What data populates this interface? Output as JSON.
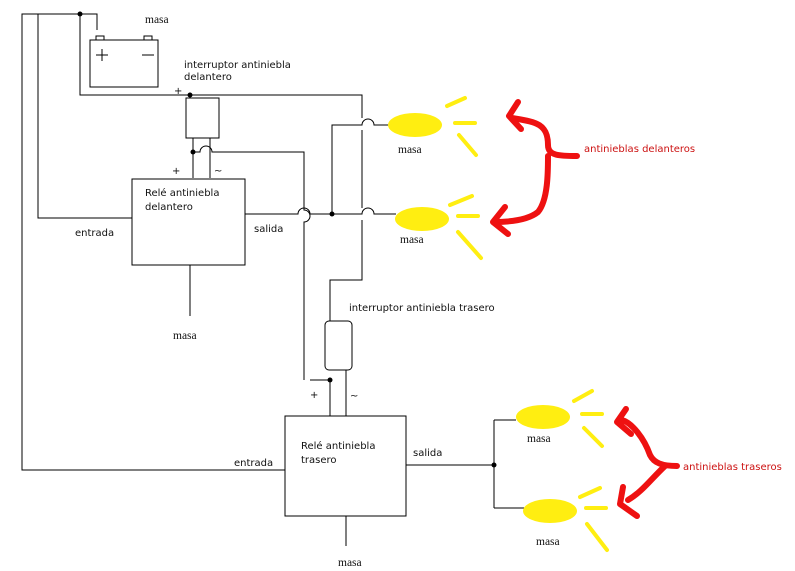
{
  "labels": {
    "masa_battery": "masa",
    "switch_front": [
      "interruptor antiniebla",
      "delantero"
    ],
    "plus_switch_front": "+",
    "plus_relay_front": "+",
    "tilde_relay_front": "~",
    "relay_front": [
      "Relé antiniebla",
      "delantero"
    ],
    "entrada_front": "entrada",
    "salida_front": "salida",
    "masa_relay_front": "masa",
    "masa_lamp_front_top": "masa",
    "masa_lamp_front_bottom": "masa",
    "legend_front": "antinieblas delanteros",
    "switch_rear": "interruptor antiniebla trasero",
    "plus_relay_rear": "+",
    "tilde_relay_rear": "~",
    "relay_rear": [
      "Relé antiniebla",
      "trasero"
    ],
    "entrada_rear": "entrada",
    "salida_rear": "salida",
    "masa_relay_rear": "masa",
    "masa_lamp_rear_top": "masa",
    "masa_lamp_rear_bottom": "masa",
    "legend_rear": "antinieblas traseros"
  },
  "colors": {
    "lamp": "#ffee11",
    "arrow": "#ee1111",
    "legend_text": "#cc1111",
    "wire": "#000000"
  }
}
